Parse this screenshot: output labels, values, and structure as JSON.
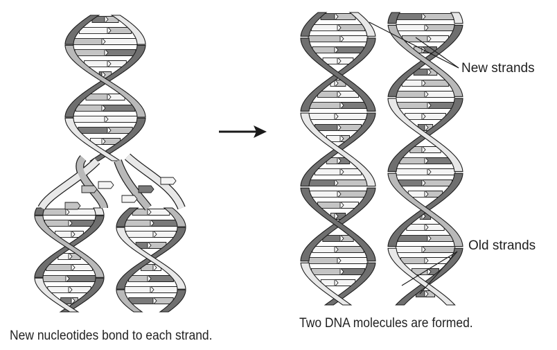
{
  "labels": {
    "new_strands": "New strands",
    "old_strands": "Old strands"
  },
  "captions": {
    "left": "New nucleotides bond to each strand.",
    "right": "Two DNA molecules are formed."
  },
  "colors": {
    "backbone_light": "#e8e8e8",
    "backbone_mid": "#b9b9b9",
    "backbone_dark": "#6f6f6f",
    "outline": "#1c1c1c",
    "base_light": "#f4f4f4",
    "base_mid": "#c4c4c4",
    "base_dark": "#7a7a7a",
    "arrow": "#1a1a1a"
  }
}
